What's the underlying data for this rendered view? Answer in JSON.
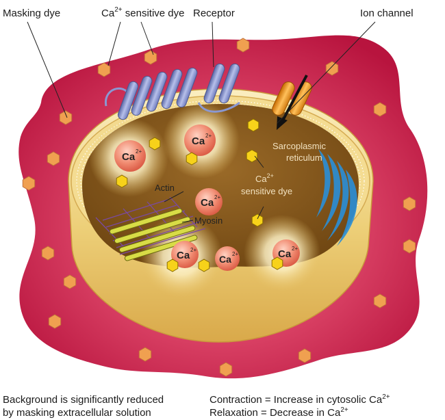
{
  "labels": {
    "masking_dye": "Masking dye",
    "ca_dye_prefix": "Ca",
    "ca_dye_suffix": " sensitive dye",
    "charge": "2+",
    "receptor": "Receptor",
    "ion_channel": "Ion channel",
    "sarcoplasmic_1": "Sarcoplasmic",
    "sarcoplasmic_2": "reticulum",
    "inner_ca_prefix": "Ca",
    "inner_ca_line2": "sensitive dye",
    "actin": "Actin",
    "myosin": "Myosin",
    "ion": "Ca"
  },
  "captions": {
    "left_line1": "Background is significantly reduced",
    "left_line2": "by masking extracellular solution",
    "right_line1": "Contraction = Increase in cytosolic Ca",
    "right_line2": "Relaxation = Decrease in Ca",
    "charge": "2+"
  },
  "colors": {
    "extracellular": "#c8264e",
    "membrane": "#e8c56a",
    "cytosol": "#8a5a1c",
    "calcium": "#ee7a64",
    "dye_orange": "#f0a050",
    "dye_yellow": "#f7d21a",
    "receptor": "#8a98d2",
    "channel": "#f0a020",
    "reticulum": "#2a8fd8"
  }
}
